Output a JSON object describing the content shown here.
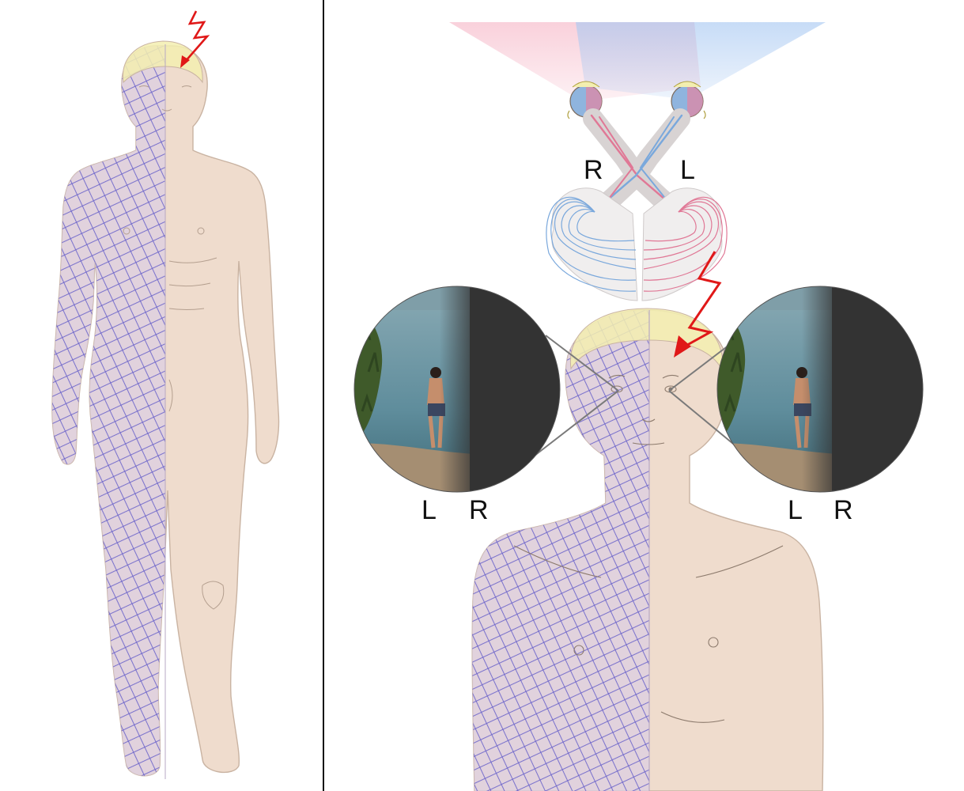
{
  "labels": {
    "optic_right": "R",
    "optic_left": "L",
    "view1_left": "L",
    "view1_right": "R",
    "view2_left": "L",
    "view2_right": "R"
  },
  "colors": {
    "skin": "#efdccd",
    "skin_outline": "#c9b3a2",
    "hatch_tint": "#dccfe2",
    "hatch_lines": "#6a62c9",
    "hair": "#f3efb0",
    "lightning": "#e01818",
    "right_pathway": "#7aa8dc",
    "left_pathway": "#e07896",
    "blind_field": "#333333",
    "divider": "#111111"
  },
  "icons": {
    "lesion_marker": "lightning-bolt-icon",
    "eye": "eye-icon"
  }
}
